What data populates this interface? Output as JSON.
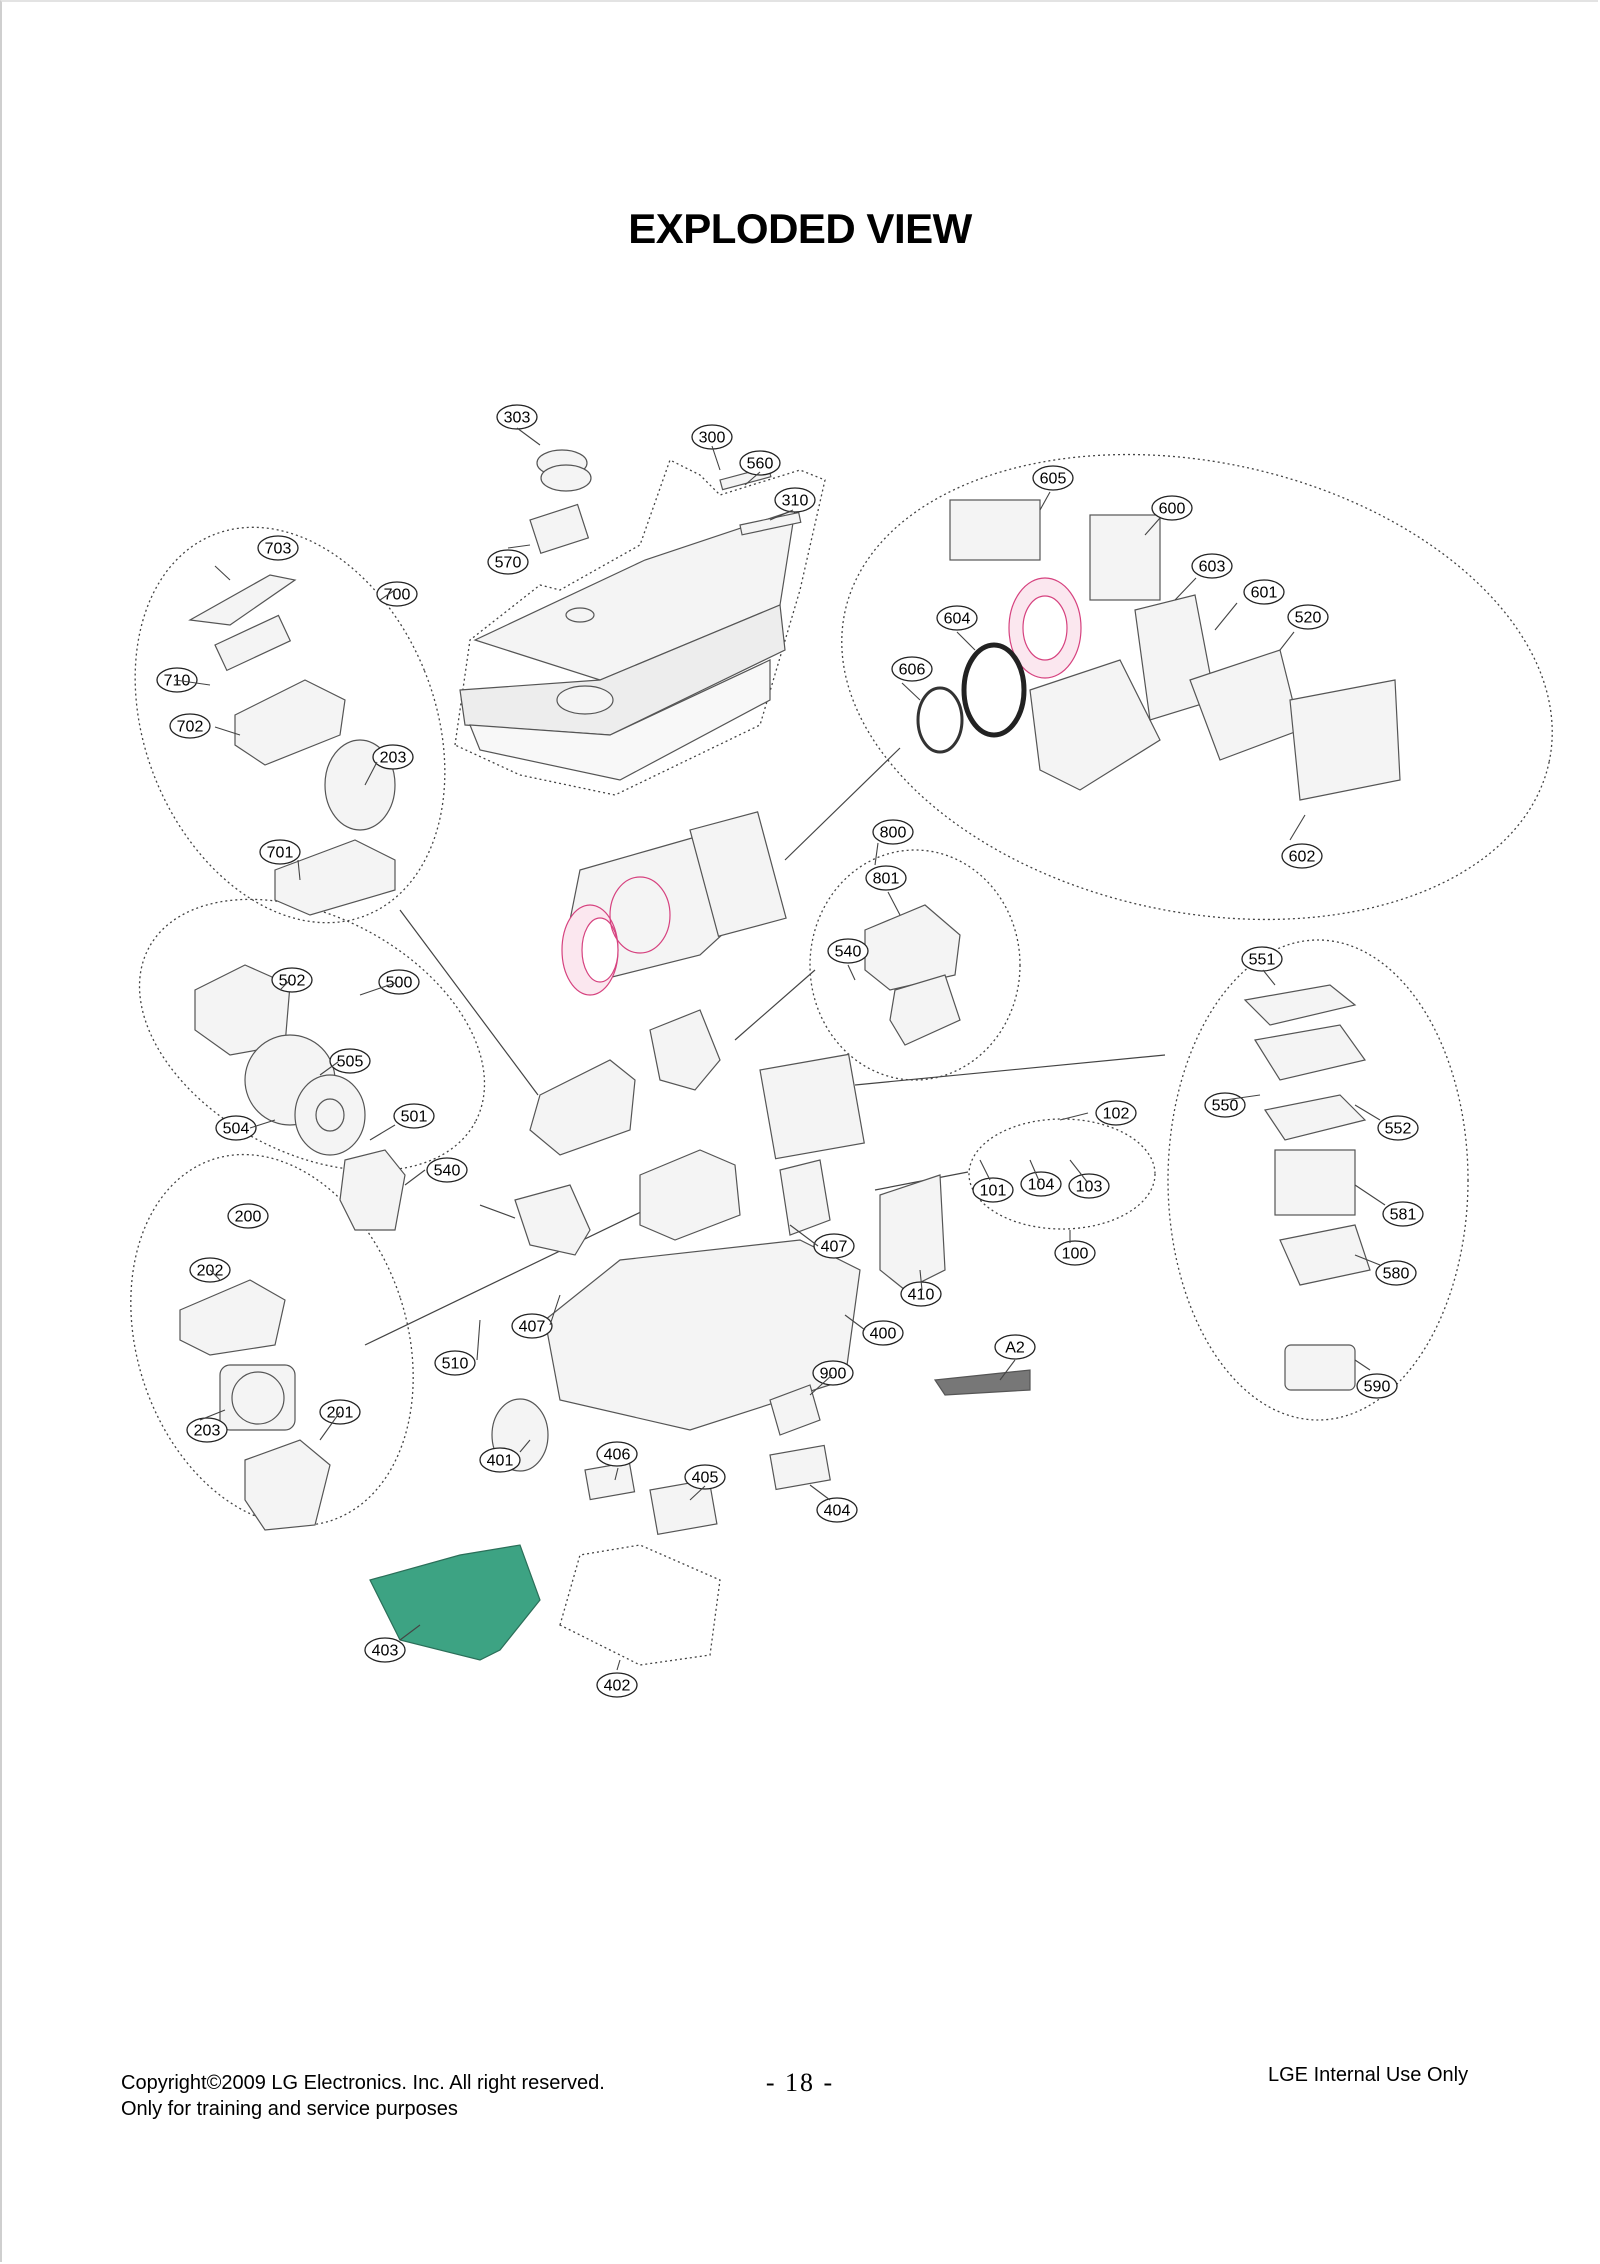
{
  "title": "EXPLODED VIEW",
  "footer": {
    "copyright": "Copyright©2009 LG Electronics. Inc. All right reserved.",
    "purpose": "Only for training and service purposes",
    "page_number": "- 18 -",
    "internal": "LGE Internal Use Only"
  },
  "callouts": [
    "303",
    "300",
    "560",
    "310",
    "570",
    "605",
    "600",
    "603",
    "601",
    "520",
    "604",
    "606",
    "602",
    "703",
    "700",
    "710",
    "702",
    "203",
    "701",
    "800",
    "801",
    "540",
    "551",
    "550",
    "552",
    "581",
    "580",
    "590",
    "502",
    "500",
    "505",
    "504",
    "501",
    "540",
    "200",
    "202",
    "203",
    "201",
    "102",
    "101",
    "104",
    "103",
    "100",
    "407",
    "410",
    "407",
    "400",
    "510",
    "900",
    "A2",
    "401",
    "406",
    "405",
    "404",
    "403",
    "402"
  ],
  "colors": {
    "line": "#333333",
    "accent_lens": "#d6427f",
    "pcb": "#3da383",
    "part_fill": "#f4f4f4"
  }
}
